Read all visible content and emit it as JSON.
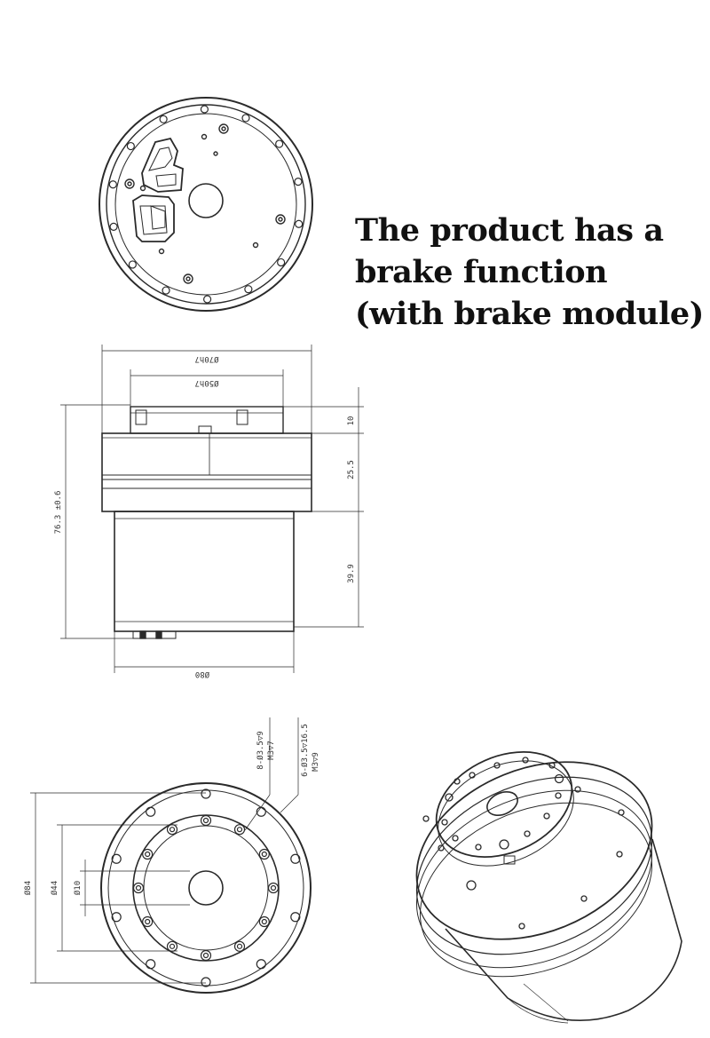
{
  "headline": {
    "line1": "The product has a",
    "line2": "brake function",
    "line3": "(with brake module)"
  },
  "side_view": {
    "dim_top_outer": "Ø70h7",
    "dim_top_inner": "Ø50h7",
    "dim_total_height": "76.3 ±0.6",
    "dim_seg1": "10",
    "dim_seg2": "25.5",
    "dim_seg3": "39.9",
    "dim_base": "Ø80"
  },
  "bottom_view": {
    "callout_holes_a": "8-Ø3.5▽9",
    "callout_thread_a": "M3▽7",
    "callout_holes_b": "6-Ø3.5▽16.5",
    "callout_thread_b": "M3▽9",
    "dim_outer": "Ø84",
    "dim_mid": "Ø44",
    "dim_bore": "Ø10"
  },
  "colors": {
    "line": "#2a2a2a",
    "text": "#111111",
    "background": "#ffffff"
  }
}
